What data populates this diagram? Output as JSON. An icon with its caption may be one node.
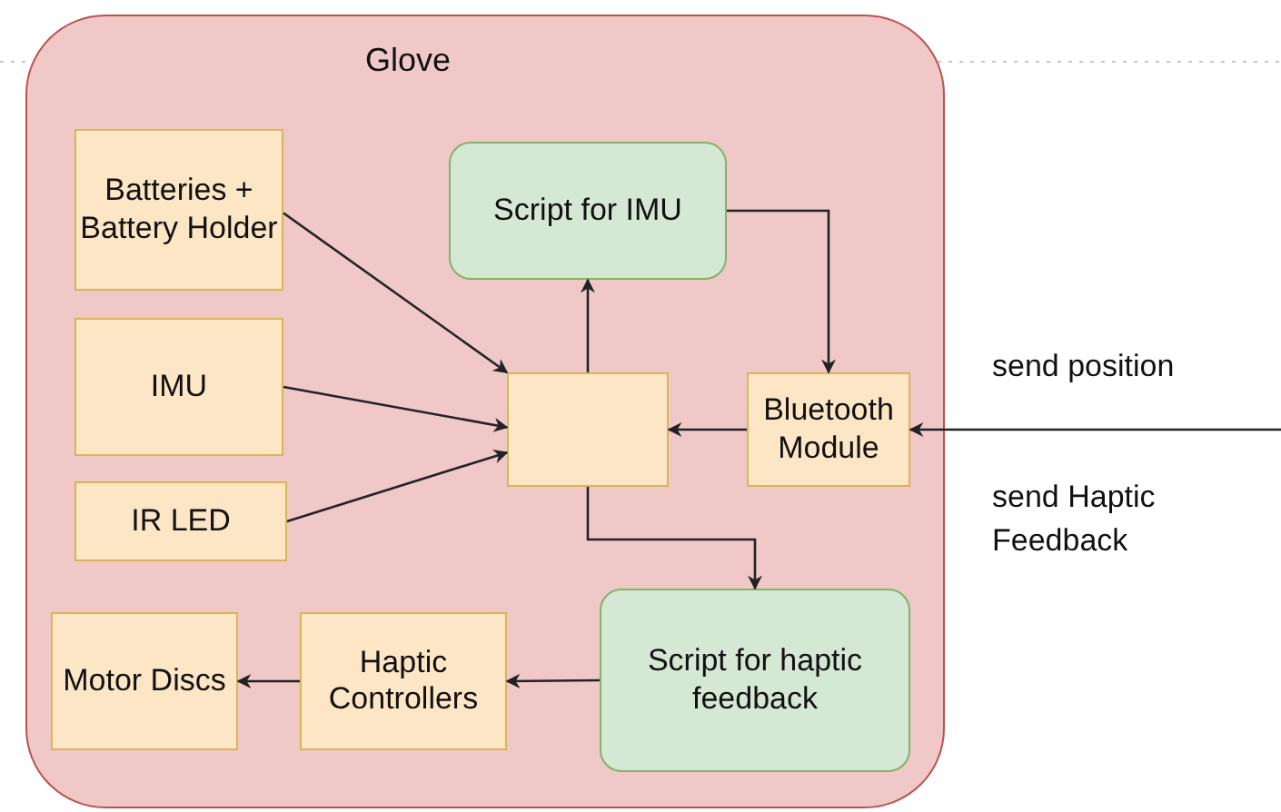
{
  "diagram": {
    "nodes": [
      {
        "text": [
          "Glove"
        ]
      },
      {
        "text": [
          "Batteries + Battery Holder"
        ],
        "in": 0
      },
      {
        "text": [
          "Script for IMU"
        ],
        "in": 0
      },
      {
        "text": [
          "IMU"
        ],
        "in": 0
      },
      {
        "text": [],
        "shape": "box",
        "in": 0
      },
      {
        "text": [
          "Bluetooth Module"
        ],
        "in": 0
      },
      {
        "text": [
          "IR LED"
        ],
        "in": 0
      },
      {
        "text": [
          "Motor Discs"
        ],
        "in": 0
      },
      {
        "text": [
          "Haptic Controllers"
        ],
        "in": 0
      },
      {
        "text": [
          "Script for haptic feedback"
        ],
        "in": 0
      }
    ],
    "edges": [
      {
        "from": 1,
        "to": 4,
        "arrow": "to"
      },
      {
        "from": 3,
        "to": 4,
        "arrow": "to"
      },
      {
        "from": 6,
        "to": 4,
        "arrow": "to"
      },
      {
        "from": 4,
        "to": 2,
        "arrow": "to"
      },
      {
        "from": 2,
        "to": 5,
        "arrow": "to"
      },
      {
        "from": 5,
        "to": 4,
        "arrow": "to"
      },
      {
        "from": null,
        "to": 5,
        "arrow": "to"
      },
      {
        "from": 4,
        "to": 9,
        "arrow": "to"
      },
      {
        "from": 9,
        "to": 8,
        "arrow": "to"
      },
      {
        "from": 8,
        "to": 7,
        "arrow": "to"
      }
    ],
    "labels": [
      "send position",
      "send Haptic Feedback"
    ]
  }
}
